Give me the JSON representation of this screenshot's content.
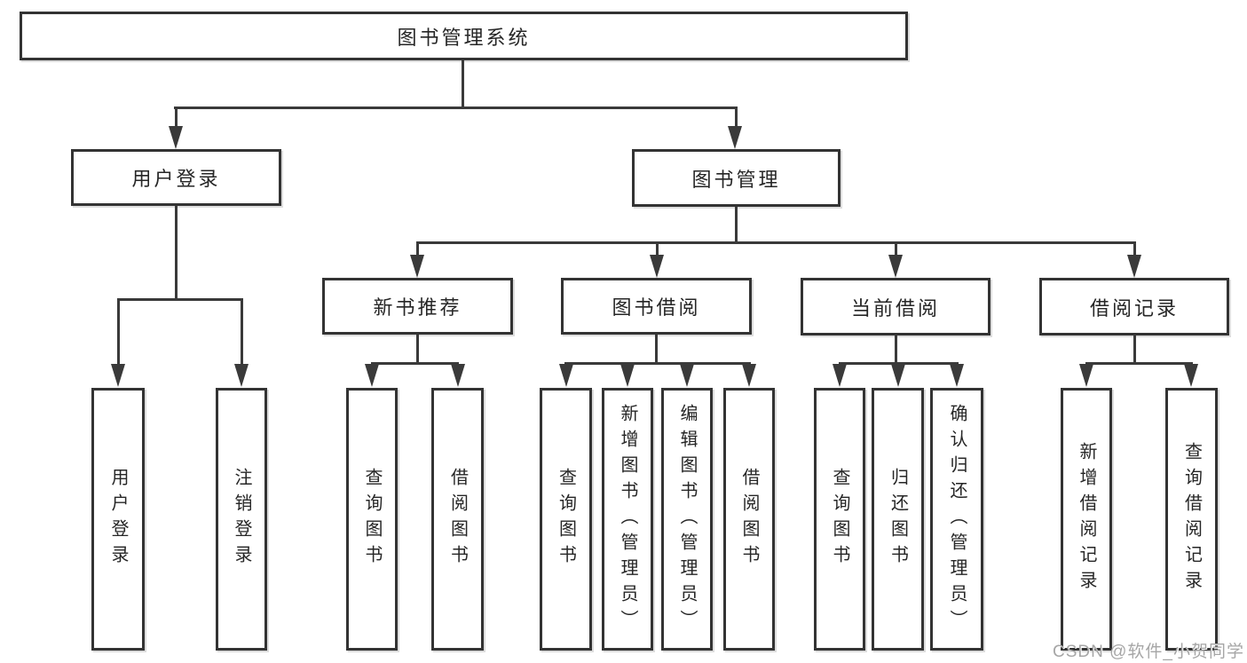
{
  "diagram": {
    "root": {
      "label": "图书管理系统",
      "children": [
        {
          "label": "用户登录",
          "children": [
            {
              "label": "用户登录"
            },
            {
              "label": "注销登录"
            }
          ]
        },
        {
          "label": "图书管理",
          "children": [
            {
              "label": "新书推荐",
              "children": [
                {
                  "label": "查询图书"
                },
                {
                  "label": "借阅图书"
                }
              ]
            },
            {
              "label": "图书借阅",
              "children": [
                {
                  "label": "查询图书"
                },
                {
                  "label": "新增图书（管理员）"
                },
                {
                  "label": "编辑图书（管理员）"
                },
                {
                  "label": "借阅图书"
                }
              ]
            },
            {
              "label": "当前借阅",
              "children": [
                {
                  "label": "查询图书"
                },
                {
                  "label": "归还图书"
                },
                {
                  "label": "确认归还（管理员）"
                }
              ]
            },
            {
              "label": "借阅记录",
              "children": [
                {
                  "label": "新增借阅记录"
                },
                {
                  "label": "查询借阅记录"
                }
              ]
            }
          ]
        }
      ]
    }
  },
  "watermark": {
    "text": "CSDN @软件_小贺同学"
  },
  "colors": {
    "line": "#3a3a3a",
    "box_border": "#333333",
    "text": "#262626",
    "watermark": "#a6a6a6",
    "background": "#ffffff"
  }
}
